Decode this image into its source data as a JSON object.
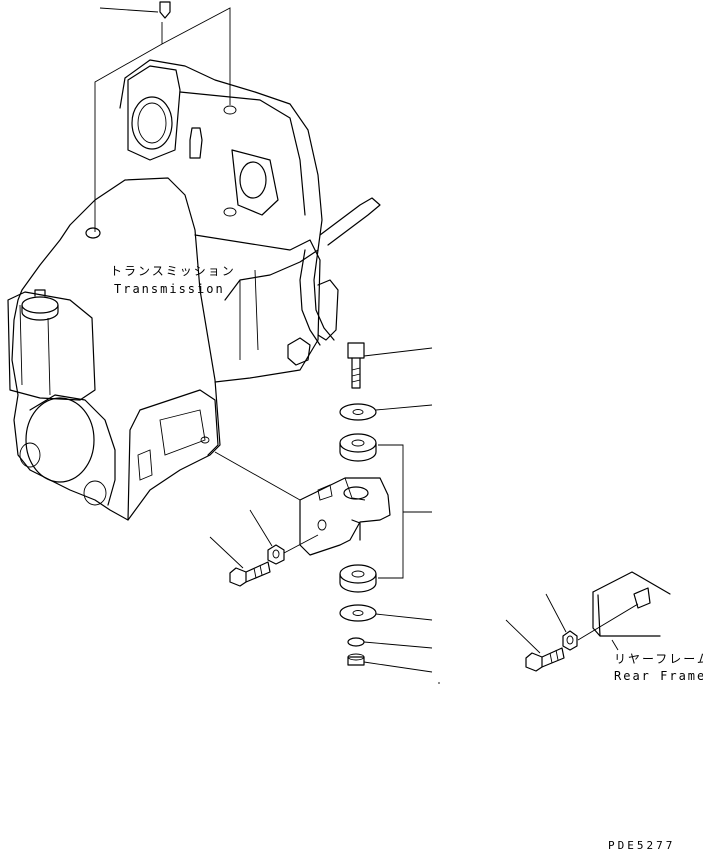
{
  "labels": {
    "transmission_jp": "トランスミッション",
    "transmission_en": "Transmission",
    "rear_frame_jp": "リヤーフレーム",
    "rear_frame_en": "Rear Frame"
  },
  "drawing_code": "PDE5277"
}
